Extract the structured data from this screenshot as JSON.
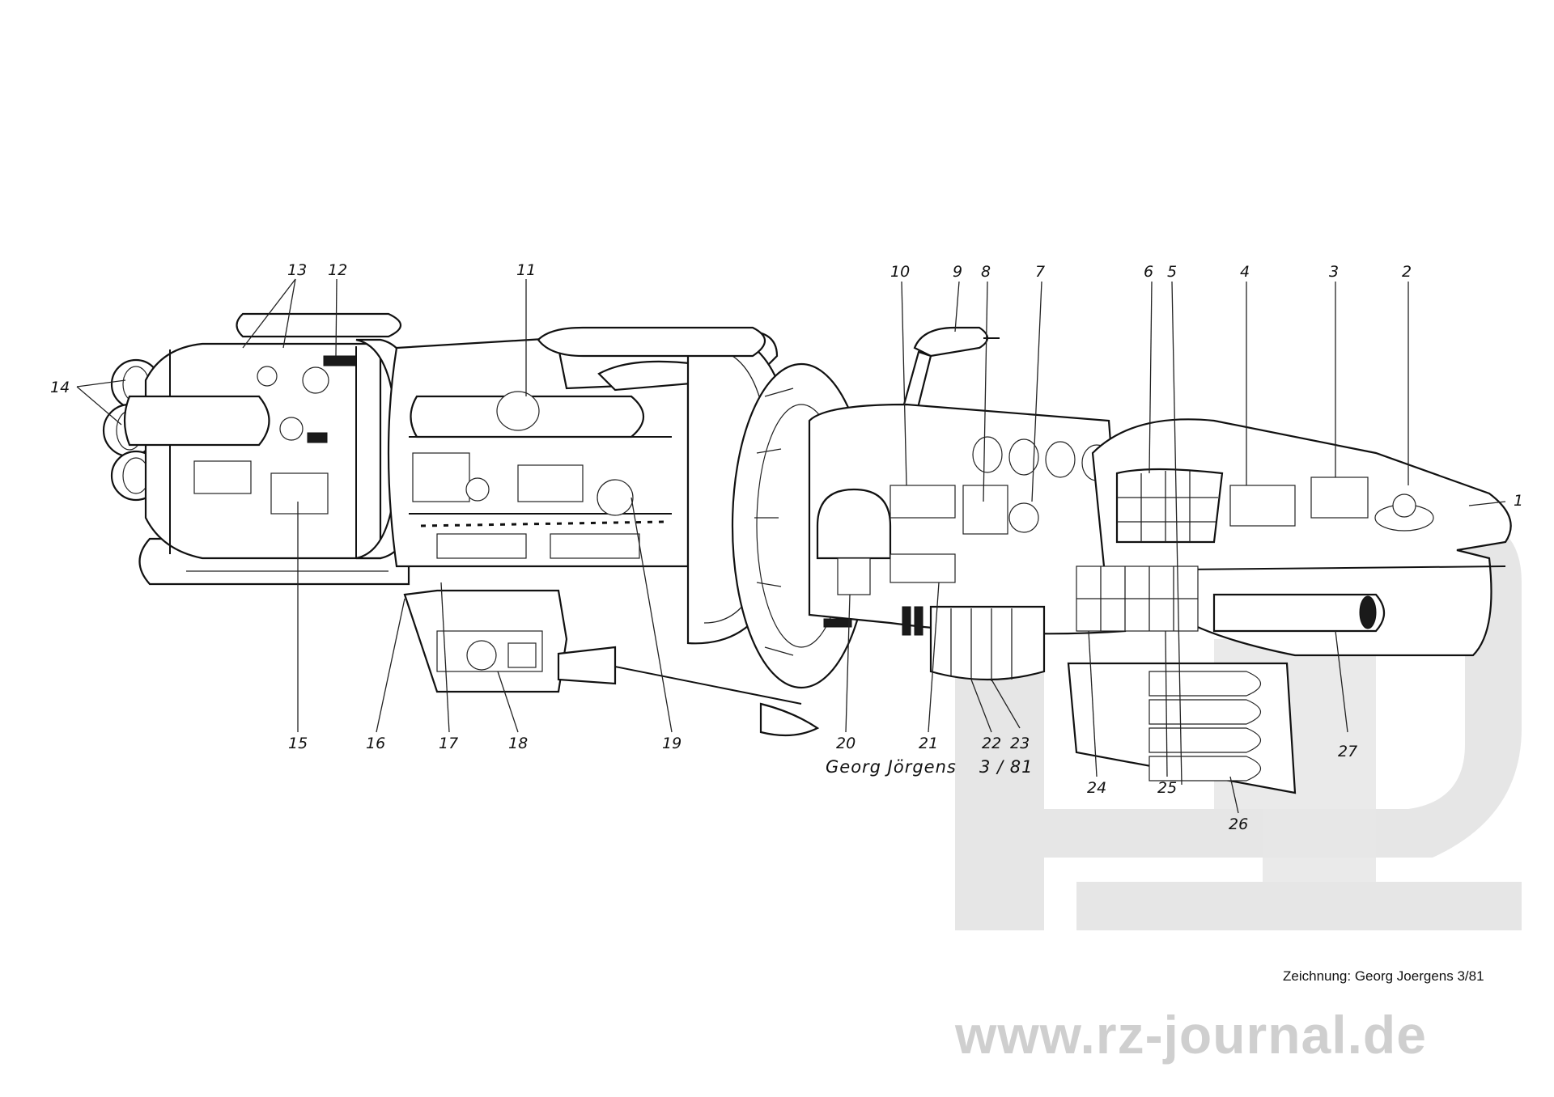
{
  "callouts": [
    {
      "id": "1",
      "label": "1"
    },
    {
      "id": "2",
      "label": "2"
    },
    {
      "id": "3",
      "label": "3"
    },
    {
      "id": "4",
      "label": "4"
    },
    {
      "id": "5",
      "label": "5"
    },
    {
      "id": "6",
      "label": "6"
    },
    {
      "id": "7",
      "label": "7"
    },
    {
      "id": "8",
      "label": "8"
    },
    {
      "id": "9",
      "label": "9"
    },
    {
      "id": "10",
      "label": "10"
    },
    {
      "id": "11",
      "label": "11"
    },
    {
      "id": "12",
      "label": "12"
    },
    {
      "id": "13",
      "label": "13"
    },
    {
      "id": "14",
      "label": "14"
    },
    {
      "id": "15",
      "label": "15"
    },
    {
      "id": "16",
      "label": "16"
    },
    {
      "id": "17",
      "label": "17"
    },
    {
      "id": "18",
      "label": "18"
    },
    {
      "id": "19",
      "label": "19"
    },
    {
      "id": "20",
      "label": "20"
    },
    {
      "id": "21",
      "label": "21"
    },
    {
      "id": "22",
      "label": "22"
    },
    {
      "id": "23",
      "label": "23"
    },
    {
      "id": "24",
      "label": "24"
    },
    {
      "id": "25",
      "label": "25"
    },
    {
      "id": "26",
      "label": "26"
    },
    {
      "id": "27",
      "label": "27"
    }
  ],
  "signature": {
    "name": "Georg  Jörgens",
    "date": "3 / 81"
  },
  "credit": "Zeichnung: Georg Joergens 3/81",
  "watermark": {
    "url": "www.rz-journal.de",
    "logo_name": "rz-journal-logo"
  },
  "colors": {
    "ink": "#111111",
    "watermark": "#e6e6e6",
    "background": "#ffffff"
  }
}
